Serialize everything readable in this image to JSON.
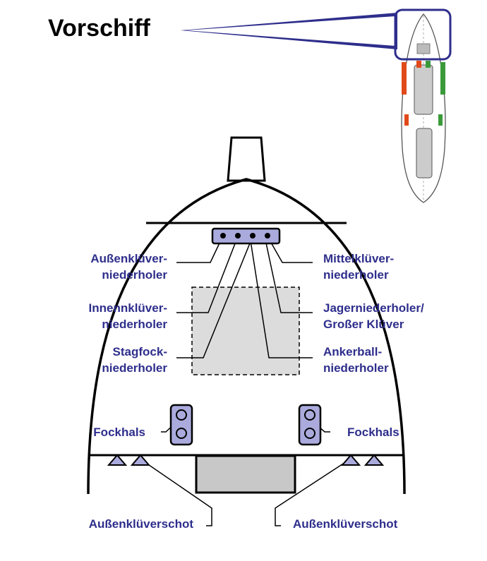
{
  "title": "Vorschiff",
  "labels": {
    "aussenkluever_1": "Außenklüver-",
    "aussenkluever_2": "niederholer",
    "innenkluever_1": "Innennklüver-",
    "innenkluever_2": "niederholer",
    "stagfock_1": "Stagfock-",
    "stagfock_2": "niederholer",
    "mittelkluever_1": "Mittelklüver-",
    "mittelkluever_2": "niederholer",
    "jager_1": "Jagerniederholer/",
    "jager_2": "Großer Klüver",
    "ankerball_1": "Ankerball-",
    "ankerball_2": "niederholer",
    "fockhals_left": "Fockhals",
    "fockhals_right": "Fockhals",
    "schot_left": "Außenklüverschot",
    "schot_right": "Außenklüverschot"
  },
  "colors": {
    "label": "#2e2e8c",
    "inset_frame": "#2e2e8c",
    "block_fill": "#aaaadd",
    "hatch_fill": "#dcdcdc",
    "cockpit_fill": "#c8c8c8",
    "port_fitting": "#e04a1a",
    "starboard_fitting": "#3a9a3a"
  }
}
